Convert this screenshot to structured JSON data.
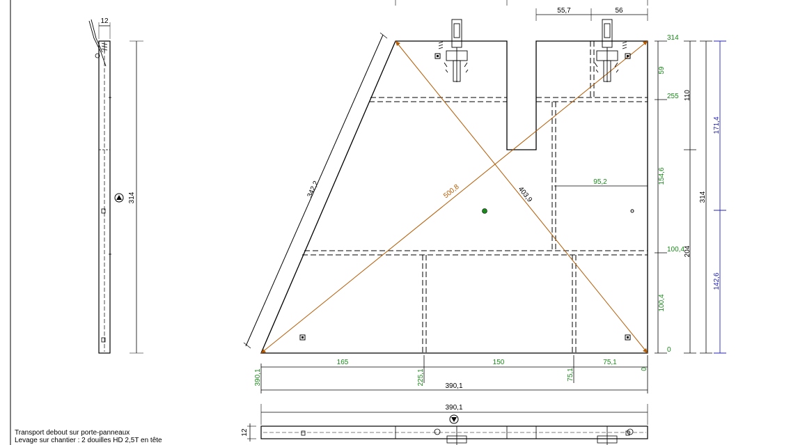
{
  "notes": {
    "line1": "Transport debout sur porte-panneaux",
    "line2": "Levage sur chantier : 2 douilles HD 2,5T en tête"
  },
  "colors": {
    "outline": "#000000",
    "dim_green": "#1a8a1a",
    "dim_blue": "#2222bb",
    "diagonal_orange": "#b55a00"
  },
  "side_view": {
    "thickness": "12",
    "height": "314"
  },
  "panel": {
    "top_dims": [
      "55,7",
      "56"
    ],
    "diagonals": [
      "500,8",
      "403,9"
    ],
    "slope_length": "342,2",
    "inner_width": "95,2",
    "right_levels": [
      "314",
      "255",
      "100,4",
      "0"
    ],
    "right_segments": [
      "59",
      "154,6",
      "100,4"
    ],
    "right_black": [
      "110",
      "204",
      "314"
    ],
    "right_blue": [
      "171,4",
      "142,6"
    ],
    "bottom_segments": [
      "165",
      "150",
      "75,1"
    ],
    "bottom_positions": [
      "390,1",
      "225,1",
      "75,1",
      "0"
    ],
    "bottom_total": "390,1"
  },
  "bottom_view": {
    "total": "390,1",
    "thickness": "12"
  },
  "icons": [
    "lifting-socket-icon",
    "center-of-gravity-icon",
    "face-mark-icon"
  ]
}
